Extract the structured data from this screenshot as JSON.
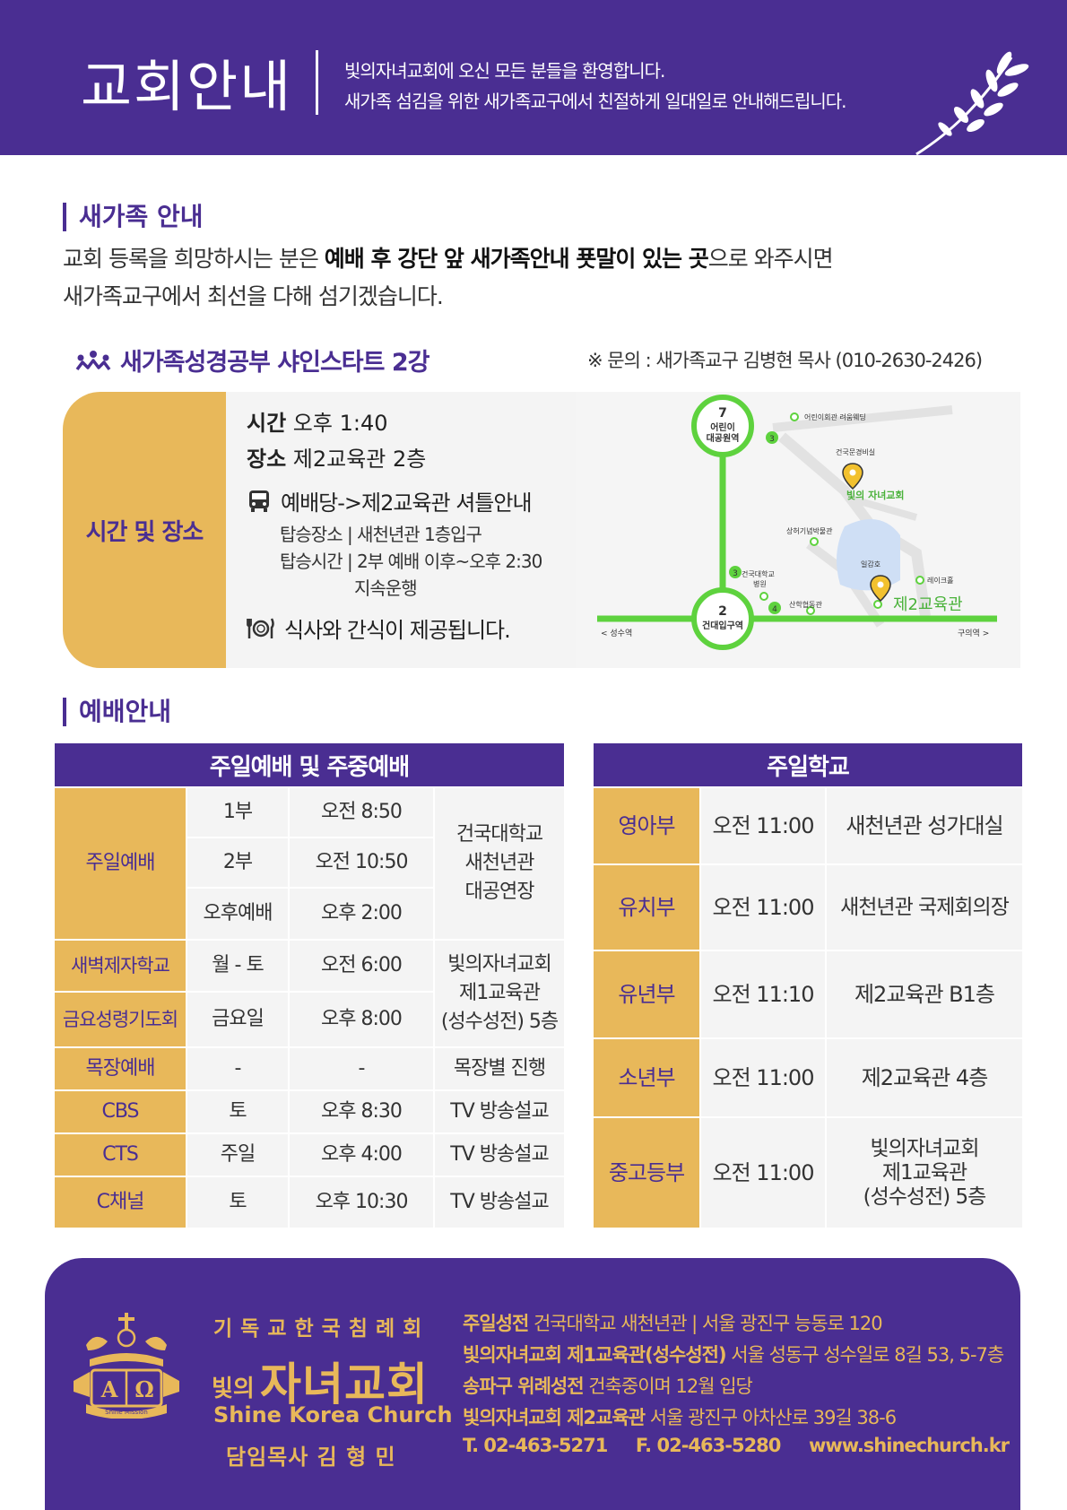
{
  "header": {
    "title": "교회안내",
    "welcome_line1": "빛의자녀교회에 오신 모든 분들을 환영합니다.",
    "welcome_line2": "새가족 섬김을 위한 새가족교구에서 친절하게 일대일로 안내해드립니다."
  },
  "newcomer": {
    "title": "새가족 안내",
    "line1_pre": "교회 등록을 희망하시는 분은 ",
    "line1_bold": "예배 후 강단 앞 새가족안내 푯말이 있는 곳",
    "line1_post": "으로 와주시면",
    "line2": "새가족교구에서 최선을 다해 섬기겠습니다."
  },
  "study": {
    "title": "새가족성경공부 샤인스타트  2강",
    "contact": "※ 문의 : 새가족교구 김병현 목사 (010-2630-2426)",
    "box_label": "시간 및 장소",
    "time_label": "시간",
    "time_value": " 오후 1:40",
    "place_label": "장소",
    "place_value": " 제2교육관  2층",
    "shuttle_title": "예배당->제2교육관 셔틀안내",
    "shuttle_boarding": "탑승장소 | 새천년관 1층입구",
    "shuttle_time": "탑승시간 | 2부 예배  이후~오후 2:30",
    "shuttle_cont": "지속운행",
    "meal": "식사와 간식이 제공됩니다."
  },
  "map": {
    "station7_num": "7",
    "station7_name1": "어린이",
    "station7_name2": "대공원역",
    "station2_num": "2",
    "station2_name": "건대입구역",
    "exit3a": "3",
    "exit3b": "3",
    "exit4": "4",
    "poi_wedding": "어린이회관 려움웨딩",
    "poi_hall": "건국문경비실",
    "poi_church": "빛의 자녀교회",
    "poi_museum": "상허기념박물관",
    "poi_lake": "일감호",
    "poi_hospital1": "건국대학교",
    "poi_hospital2": "병원",
    "poi_sanhak": "산학협동관",
    "poi_lakehouse": "레이크홀",
    "poi_edu2": "제2교육관",
    "left_station": "< 성수역",
    "right_station": "구의역 >"
  },
  "worship": {
    "title": "예배안내",
    "left_header": "주일예배 및 주중예배",
    "sunday": "주일예배",
    "s1": "1부",
    "t1": "오전 8:50",
    "s2": "2부",
    "t2": "오전 10:50",
    "s3": "오후예배",
    "t3": "오후 2:00",
    "venue1_l1": "건국대학교",
    "venue1_l2": "새천년관",
    "venue1_l3": "대공연장",
    "dawn": "새벽제자학교",
    "dawn_day": "월 - 토",
    "dawn_time": "오전 6:00",
    "fri": "금요성령기도회",
    "fri_day": "금요일",
    "fri_time": "오후 8:00",
    "venue2_l1": "빛의자녀교회",
    "venue2_l2": "제1교육관",
    "venue2_l3": "(성수성전) 5층",
    "mok": "목장예배",
    "mok_day": "-",
    "mok_time": "-",
    "mok_place": "목장별 진행",
    "cbs": "CBS",
    "cbs_day": "토",
    "cbs_time": "오후 8:30",
    "cbs_place": "TV 방송설교",
    "cts": "CTS",
    "cts_day": "주일",
    "cts_time": "오후 4:00",
    "cts_place": "TV 방송설교",
    "cch": "C채널",
    "cch_day": "토",
    "cch_time": "오후 10:30",
    "cch_place": "TV 방송설교"
  },
  "school": {
    "header": "주일학교",
    "rows": [
      {
        "dept": "영아부",
        "time": "오전 11:00",
        "place": "새천년관 성가대실"
      },
      {
        "dept": "유치부",
        "time": "오전 11:00",
        "place": "새천년관 국제회의장"
      },
      {
        "dept": "유년부",
        "time": "오전 11:10",
        "place": "제2교육관 B1층"
      },
      {
        "dept": "소년부",
        "time": "오전 11:00",
        "place": "제2교육관 4층"
      },
      {
        "dept": "중고등부",
        "time": "오전 11:00",
        "place_l1": "빛의자녀교회",
        "place_l2": "제1교육관",
        "place_l3": "(성수성전) 5층"
      }
    ]
  },
  "footer": {
    "org": "기독교한국침례회",
    "church_prefix": "빛의",
    "church_name": "자녀교회",
    "church_en": "Shine Korea Church",
    "pastor": "담임목사 김 형 민",
    "logo_alpha": "A",
    "logo_omega": "Ω",
    "logo_ribbon": "Shine Mission",
    "addr1_bold": "주일성전",
    "addr1": " 건국대학교 새천년관  | 서울 광진구 능동로 120",
    "addr2_bold": "빛의자녀교회 제1교육관(성수성전)",
    "addr2": " 서울 성동구 성수일로 8길 53, 5-7층",
    "addr3_bold": "송파구 위례성전",
    "addr3": " 건축중이며 12월 입당",
    "addr4_bold": "빛의자녀교회 제2교육관",
    "addr4": " 서울 광진구 아차산로 39길 38-6",
    "contact": "T. 02-463-5271     F. 02-463-5280     www.shinechurch.kr"
  },
  "colors": {
    "purple": "#4a2e92",
    "gold": "#e8b85a",
    "map_green": "#5ed23e"
  }
}
